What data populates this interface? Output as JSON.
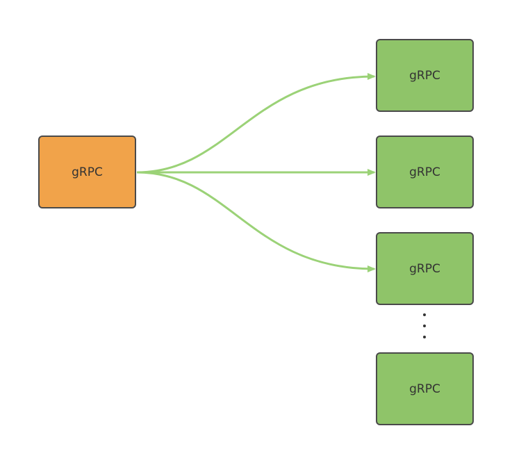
{
  "diagram": {
    "source": {
      "label": "gRPC",
      "color": "#f1a34a"
    },
    "targets": [
      {
        "label": "gRPC",
        "color": "#8fc469"
      },
      {
        "label": "gRPC",
        "color": "#8fc469"
      },
      {
        "label": "gRPC",
        "color": "#8fc469"
      },
      {
        "label": "gRPC",
        "color": "#8fc469"
      }
    ],
    "edge_color": "#9bd277",
    "ellipsis_between_targets": [
      3,
      4
    ]
  }
}
